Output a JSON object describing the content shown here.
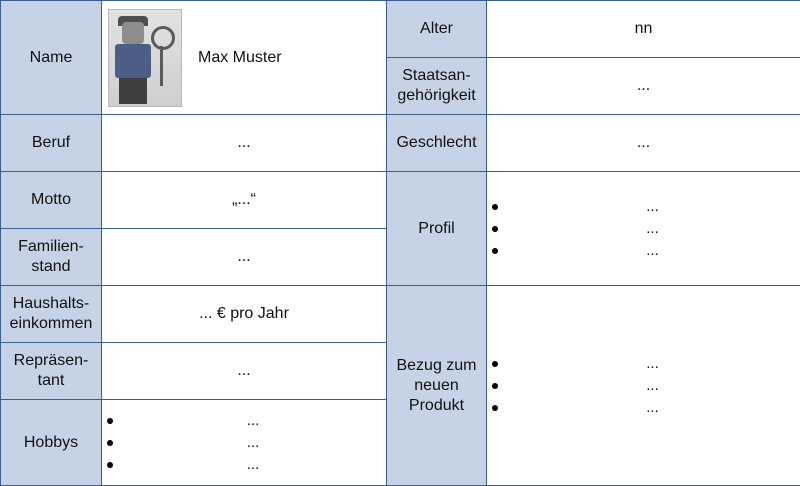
{
  "persona": {
    "name_label": "Name",
    "name_value": "Max Muster",
    "age_label": "Alter",
    "age_value": "nn",
    "nationality_label": "Staatsan-\ngehörigkeit",
    "nationality_value": "...",
    "job_label": "Beruf",
    "job_value": "...",
    "gender_label": "Geschlecht",
    "gender_value": "...",
    "motto_label": "Motto",
    "motto_value": "„...“",
    "profile_label": "Profil",
    "profile_items": [
      "...",
      "...",
      "..."
    ],
    "marital_label": "Familien-\nstand",
    "marital_value": "...",
    "income_label": "Haushalts-\neinkommen",
    "income_value": "... € pro Jahr",
    "relation_label": "Bezug zum\nneuen\nProdukt",
    "relation_items": [
      "...",
      "...",
      "..."
    ],
    "rep_label": "Repräsen-\ntant",
    "rep_value": "...",
    "hobbies_label": "Hobbys",
    "hobbies_items": [
      "...",
      "...",
      "..."
    ]
  }
}
